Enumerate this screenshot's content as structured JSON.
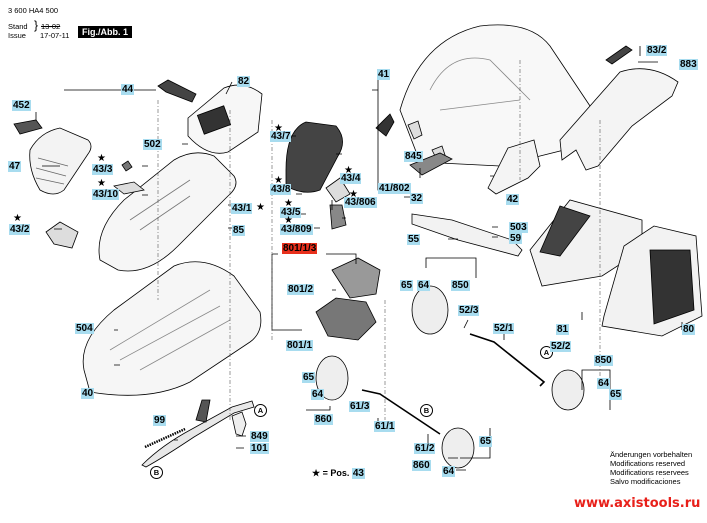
{
  "header": {
    "part_number": "3 600 HA4 500",
    "stand_label": "Stand",
    "issue_label": "Issue",
    "stand_date_struck": "13-02",
    "issue_date": "17-07-11",
    "figure_label": "Fig./Abb. 1"
  },
  "colors": {
    "label_bg": "#a8dcef",
    "highlight_label_bg": "#e8301c",
    "website_text": "#e8201a"
  },
  "part_labels": {
    "p452": "452",
    "p47": "47",
    "p44": "44",
    "p82": "82",
    "p43_3": "43/3",
    "p43_10": "43/10",
    "p43_2": "43/2",
    "p502": "502",
    "p43_1": "43/1",
    "p85": "85",
    "p43_7": "43/7",
    "p43_4": "43/4",
    "p43_8": "43/8",
    "p43_5": "43/5",
    "p43_806": "43/806",
    "p43_809": "43/809",
    "p41": "41",
    "p845": "845",
    "p41_802": "41/802",
    "p32": "32",
    "p42": "42",
    "p83_2": "83/2",
    "p883": "883",
    "p55": "55",
    "p503": "503",
    "p59": "59",
    "p801_1_3": "801/1/3",
    "p801_2": "801/2",
    "p801_1": "801/1",
    "p65a": "65",
    "p64a": "64",
    "p850a": "850",
    "p52_3": "52/3",
    "p52_1": "52/1",
    "p52_2": "52/2",
    "p81": "81",
    "p80": "80",
    "p850b": "850",
    "p64b": "64",
    "p65b": "65",
    "p504": "504",
    "p40": "40",
    "p99": "99",
    "p849": "849",
    "p101": "101",
    "p65c": "65",
    "p64c": "64",
    "p860a": "860",
    "p61_3": "61/3",
    "p61_1": "61/1",
    "p61_2": "61/2",
    "p860b": "860",
    "p64d": "64",
    "p65d": "65"
  },
  "callouts": {
    "A": "A",
    "B": "B"
  },
  "star_symbol": "★",
  "legend": {
    "text": "★ = Pos.",
    "ref": "43"
  },
  "notes": [
    "Änderungen vorbehalten",
    "Modifications reserved",
    "Modifications reservees",
    "Salvo modificaciones"
  ],
  "website": "www.axistools.ru"
}
